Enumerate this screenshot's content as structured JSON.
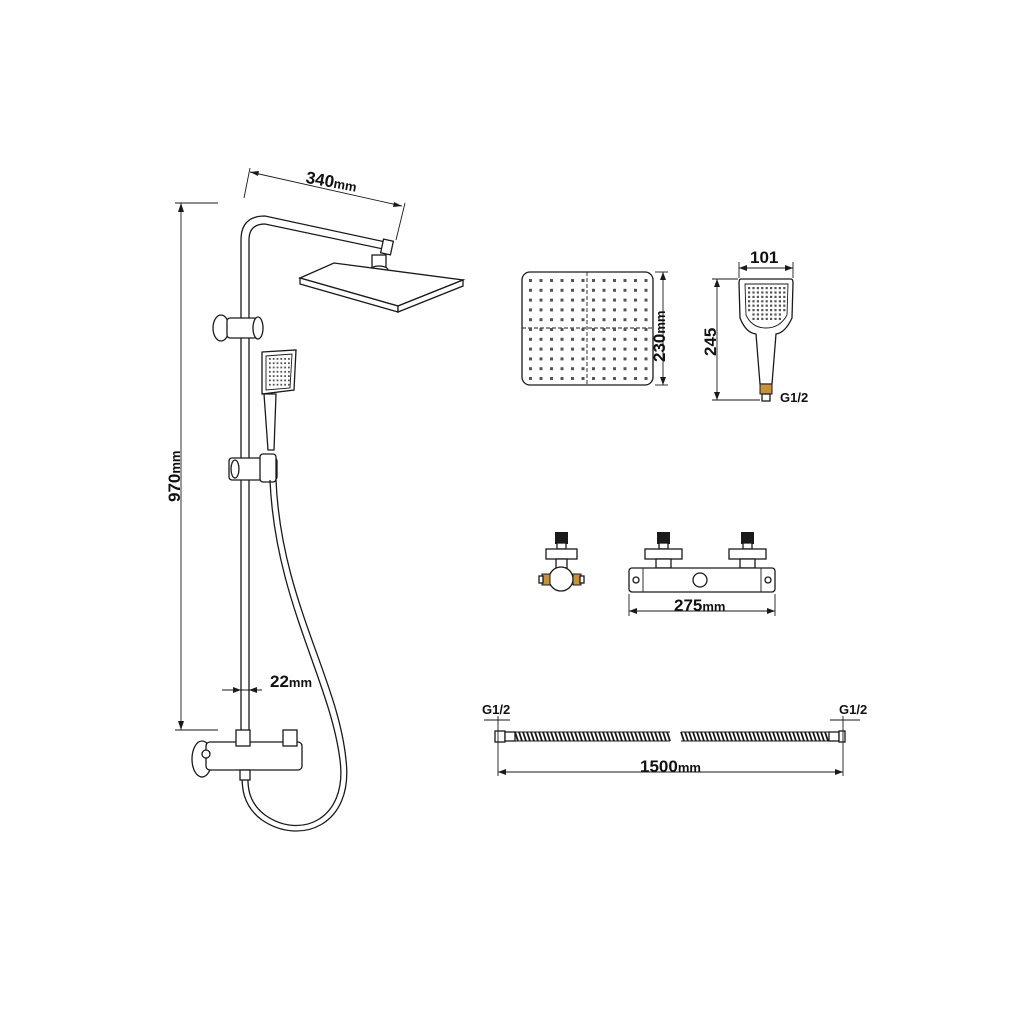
{
  "dimensions": {
    "arm_width": {
      "value": "340",
      "unit": "mm"
    },
    "column_height": {
      "value": "970",
      "unit": "mm"
    },
    "pipe_diameter": {
      "value": "22",
      "unit": "mm"
    },
    "overhead_size": {
      "value": "230",
      "unit": "mm"
    },
    "handset_width": {
      "value": "101",
      "unit": ""
    },
    "handset_height": {
      "value": "245",
      "unit": ""
    },
    "handset_thread": "G1/2",
    "valve_width": {
      "value": "275",
      "unit": "mm"
    },
    "hose_length": {
      "value": "1500",
      "unit": "mm"
    },
    "hose_thread_left": "G1/2",
    "hose_thread_right": "G1/2"
  },
  "colors": {
    "line": "#1a1a1a",
    "brass": "#c7923e",
    "background": "#ffffff"
  }
}
